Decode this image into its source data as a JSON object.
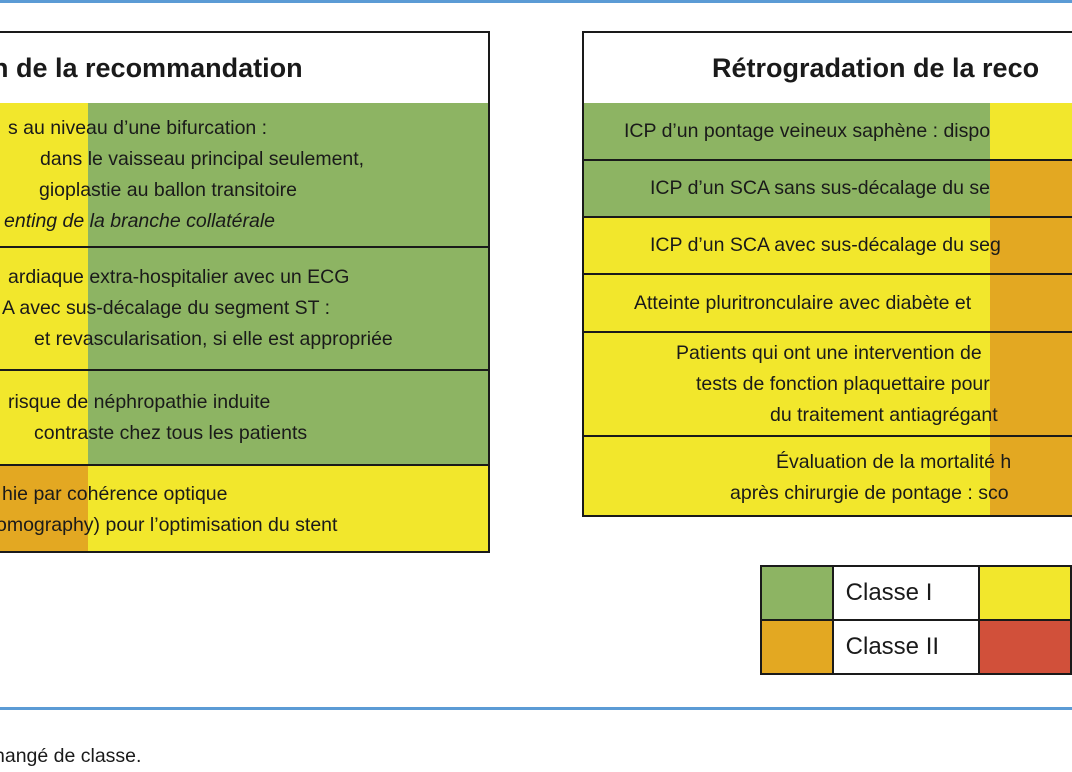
{
  "colors": {
    "class1": "#8db463",
    "class2": "#e3a822",
    "yellow": "#f2e72c",
    "red": "#d1503a",
    "rule": "#5b9bd5"
  },
  "left_panel": {
    "title": "n de la recommandation",
    "rows": [
      {
        "lines": [
          "s au niveau d’une bifurcation :",
          "dans le vaisseau principal seulement,",
          "gioplastie au ballon transitoire",
          "enting de la branche collatérale"
        ]
      },
      {
        "lines": [
          "ardiaque extra-hospitalier avec un ECG",
          "A avec sus-décalage du segment ST :",
          "et revascularisation, si elle est appropriée"
        ]
      },
      {
        "lines": [
          "risque de néphropathie induite",
          "contraste chez tous les patients"
        ]
      },
      {
        "lines": [
          "hie par cohérence optique",
          "omography) pour l’optimisation du stent"
        ]
      }
    ]
  },
  "right_panel": {
    "title": "Rétrogradation de la reco",
    "rows": [
      {
        "lines": [
          "ICP d’un pontage veineux saphène : dispo"
        ]
      },
      {
        "lines": [
          "ICP d’un SCA sans sus-décalage du se"
        ]
      },
      {
        "lines": [
          "ICP d’un SCA avec sus-décalage du seg"
        ]
      },
      {
        "lines": [
          "Atteinte pluritronculaire avec diabète et"
        ]
      },
      {
        "lines": [
          "Patients qui ont une intervention de",
          "tests de fonction plaquettaire pour",
          "du traitement antiagrégant"
        ]
      },
      {
        "lines": [
          "Évaluation de la mortalité h",
          "après chirurgie de pontage : sco"
        ]
      }
    ]
  },
  "legend": {
    "class1": "Classe I",
    "class2": "Classe II"
  },
  "footnote": "hangé de classe."
}
